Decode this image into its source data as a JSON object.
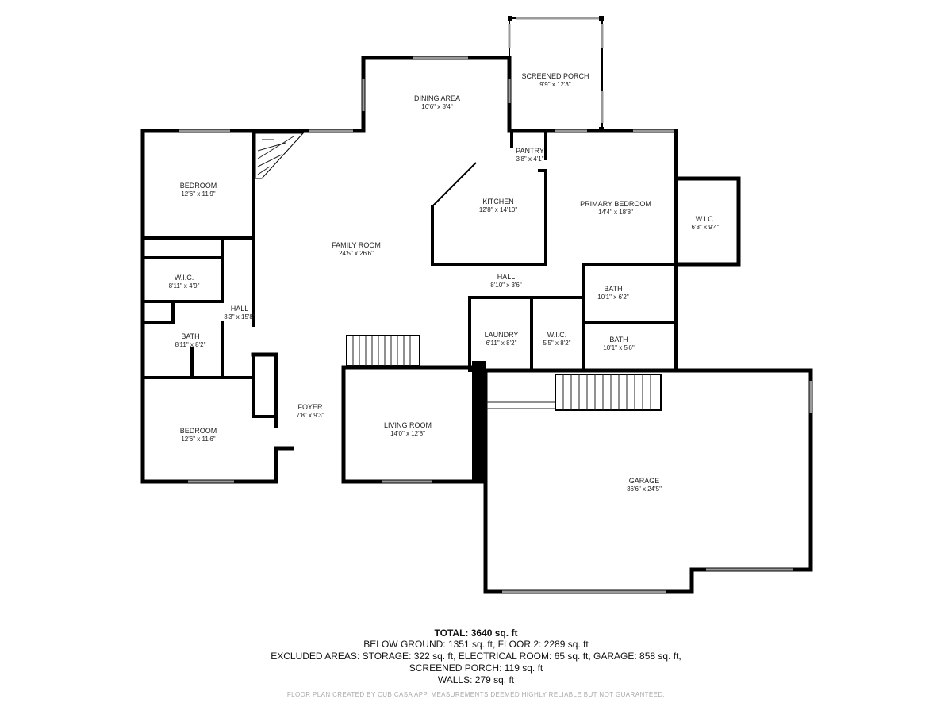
{
  "rooms": {
    "screened_porch": {
      "name": "SCREENED PORCH",
      "dim": "9'9\" x 12'3\""
    },
    "dining_area": {
      "name": "DINING AREA",
      "dim": "16'6\" x 8'4\""
    },
    "pantry": {
      "name": "PANTRY",
      "dim": "3'8\" x 4'1\""
    },
    "kitchen": {
      "name": "KITCHEN",
      "dim": "12'8\" x 14'10\""
    },
    "primary_bedroom": {
      "name": "PRIMARY BEDROOM",
      "dim": "14'4\" x 18'8\""
    },
    "wic_primary": {
      "name": "W.I.C.",
      "dim": "6'8\" x 9'4\""
    },
    "bedroom_1": {
      "name": "BEDROOM",
      "dim": "12'6\" x 11'9\""
    },
    "family_room": {
      "name": "FAMILY ROOM",
      "dim": "24'5\" x 26'6\""
    },
    "hall_kitchen": {
      "name": "HALL",
      "dim": "8'10\" x 3'6\""
    },
    "bath_primary": {
      "name": "BATH",
      "dim": "10'1\" x 6'2\""
    },
    "wic_west": {
      "name": "W.I.C.",
      "dim": "8'11\" x 4'9\""
    },
    "hall_west": {
      "name": "HALL",
      "dim": "3'3\" x 15'8\""
    },
    "bath_west": {
      "name": "BATH",
      "dim": "8'11\" x 8'2\""
    },
    "laundry": {
      "name": "LAUNDRY",
      "dim": "6'11\" x 8'2\""
    },
    "wic_center": {
      "name": "W.I.C.",
      "dim": "5'5\" x 8'2\""
    },
    "bath_center": {
      "name": "BATH",
      "dim": "10'1\" x 5'6\""
    },
    "foyer": {
      "name": "FOYER",
      "dim": "7'8\" x 9'3\""
    },
    "living_room": {
      "name": "LIVING ROOM",
      "dim": "14'0\" x 12'8\""
    },
    "bedroom_2": {
      "name": "BEDROOM",
      "dim": "12'6\" x 11'6\""
    },
    "garage": {
      "name": "GARAGE",
      "dim": "36'6\" x 24'5\""
    }
  },
  "summary": {
    "total": "TOTAL: 3640 sq. ft",
    "line1": "BELOW GROUND: 1351 sq. ft, FLOOR 2: 2289 sq. ft",
    "line2": "EXCLUDED AREAS: STORAGE: 322 sq. ft, ELECTRICAL ROOM: 65 sq. ft, GARAGE: 858 sq. ft,",
    "line3": "SCREENED PORCH: 119 sq. ft",
    "line4": "WALLS: 279 sq. ft"
  },
  "credit": "FLOOR PLAN CREATED BY CUBICASA APP. MEASUREMENTS DEEMED HIGHLY RELIABLE BUT NOT GUARANTEED."
}
